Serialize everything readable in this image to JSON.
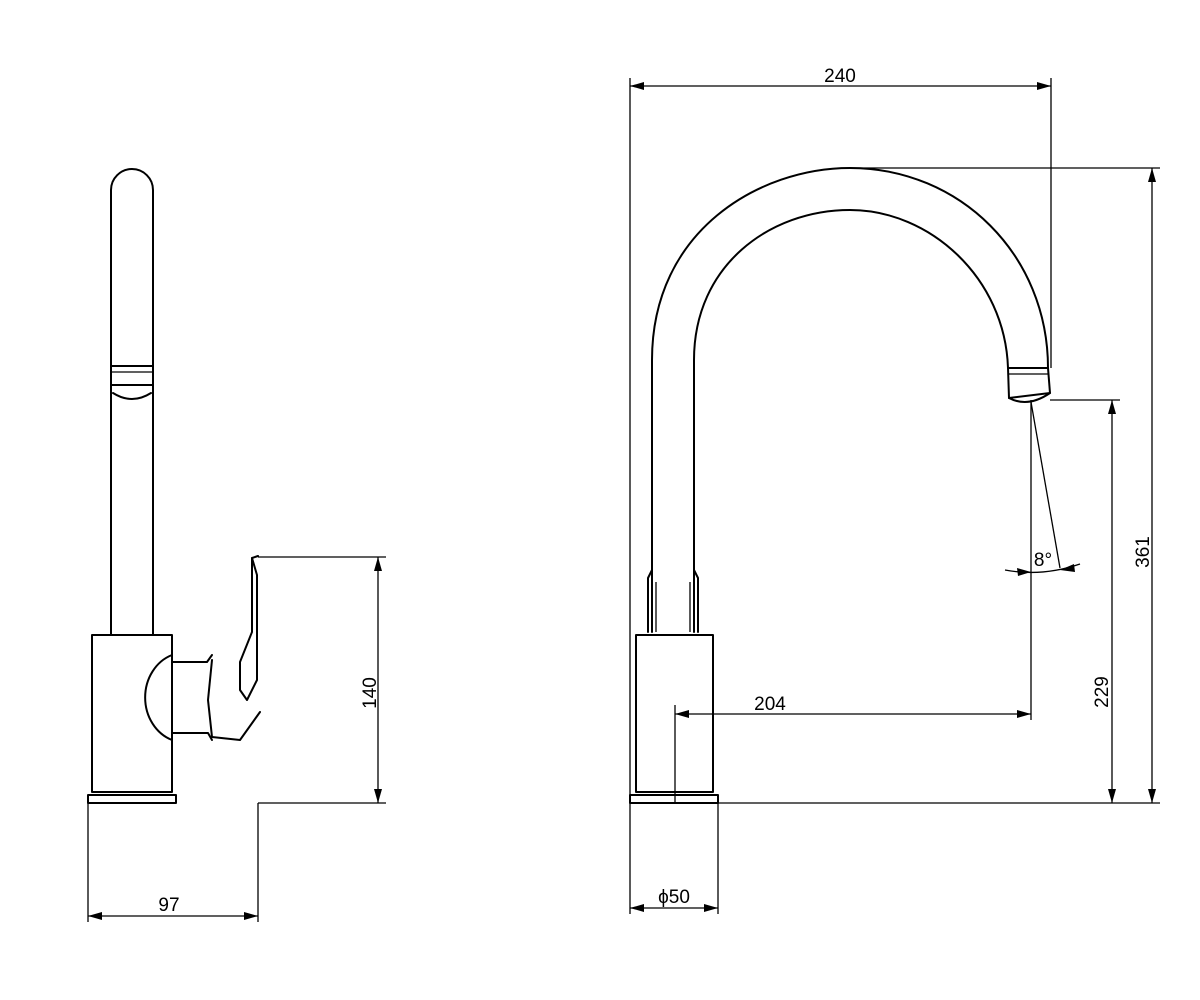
{
  "dimensions": {
    "side_base_depth": "97",
    "side_lever_height": "140",
    "front_overall_width": "240",
    "front_overall_height": "361",
    "front_spout_reach": "204",
    "front_spout_height": "229",
    "front_base_diameter": "ϕ50",
    "front_spout_angle": "8°"
  },
  "colors": {
    "line": "#000000",
    "background": "#ffffff"
  }
}
